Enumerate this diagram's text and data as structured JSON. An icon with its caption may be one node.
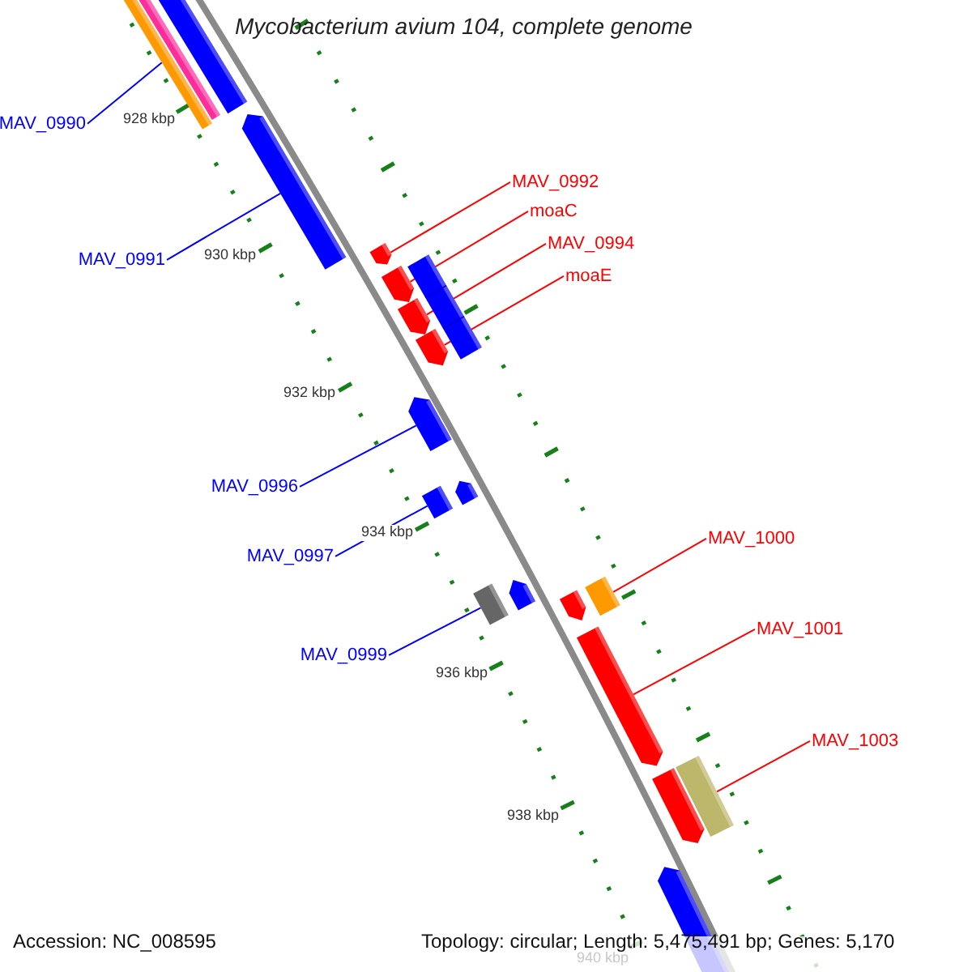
{
  "diagram": {
    "title": "Mycobacterium avium 104, complete genome",
    "nodes": [
      {
        "text": [
          "MAV_0990"
        ]
      },
      {
        "text": [
          "MAV_0991"
        ]
      },
      {
        "text": [
          "MAV_0992"
        ]
      },
      {
        "text": [
          "moaC"
        ]
      },
      {
        "text": [
          "MAV_0994"
        ]
      },
      {
        "text": [
          "moaE"
        ]
      },
      {
        "text": [
          "MAV_0996"
        ]
      },
      {
        "text": [
          "MAV_0997"
        ]
      },
      {
        "text": [
          "MAV_0999"
        ]
      },
      {
        "text": [
          "MAV_1000"
        ]
      },
      {
        "text": [
          "MAV_1001"
        ]
      },
      {
        "text": [
          "MAV_1003"
        ]
      },
      {
        "text": [],
        "shape": "bar"
      },
      {
        "text": [],
        "shape": "bar"
      },
      {
        "text": [],
        "shape": "bar"
      },
      {
        "text": [],
        "shape": "bar"
      },
      {
        "text": [],
        "shape": "bar"
      },
      {
        "text": [],
        "shape": "bar"
      },
      {
        "text": [],
        "shape": "bar"
      },
      {
        "text": [],
        "shape": "bar"
      },
      {
        "text": [],
        "shape": "bar"
      },
      {
        "text": [],
        "shape": "bar"
      },
      {
        "text": [],
        "shape": "bar"
      },
      {
        "text": [],
        "shape": "bar"
      },
      {
        "text": [],
        "shape": "bar"
      },
      {
        "text": [],
        "shape": "bar"
      },
      {
        "text": [],
        "shape": "bar"
      },
      {
        "text": [],
        "shape": "bar"
      },
      {
        "text": [],
        "shape": "bar"
      },
      {
        "text": [],
        "shape": "bar"
      },
      {
        "text": [],
        "shape": "bar"
      },
      {
        "text": [],
        "shape": "bar"
      }
    ],
    "edges": [
      {
        "from": 0,
        "to": 14,
        "arrow": "none",
        "color": "#0000ff"
      },
      {
        "from": 1,
        "to": 15,
        "arrow": "none",
        "color": "#0000ff"
      },
      {
        "from": 2,
        "to": 16,
        "arrow": "none"
      },
      {
        "from": 3,
        "to": 17,
        "arrow": "none"
      },
      {
        "from": 4,
        "to": 18,
        "arrow": "none"
      },
      {
        "from": 5,
        "to": 19,
        "arrow": "none"
      },
      {
        "from": 6,
        "to": 21,
        "arrow": "none",
        "color": "#0000ff"
      },
      {
        "from": 7,
        "to": 22,
        "arrow": "none",
        "color": "#0000ff"
      },
      {
        "from": 8,
        "to": 24,
        "arrow": "none",
        "color": "#0000ff"
      },
      {
        "from": 9,
        "to": 27,
        "arrow": "none"
      },
      {
        "from": 10,
        "to": 28,
        "arrow": "none"
      },
      {
        "from": 11,
        "to": 30,
        "arrow": "none"
      }
    ],
    "labels": [
      "928 kbp",
      "930 kbp",
      "932 kbp",
      "934 kbp",
      "936 kbp",
      "938 kbp",
      "940 kbp",
      "Accession: NC_008595",
      "Topology: circular; Length: 5,475,491 bp; Genes: 5,170"
    ]
  }
}
